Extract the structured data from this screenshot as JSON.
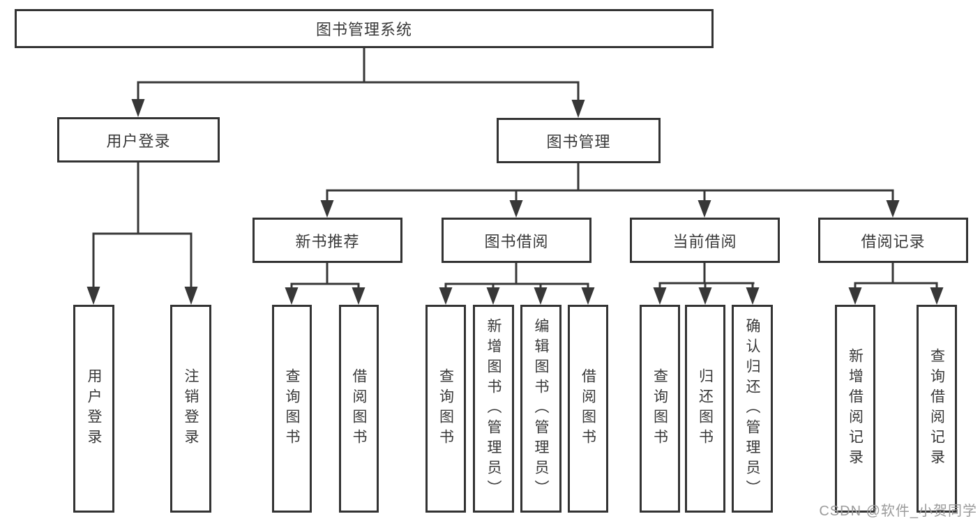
{
  "diagram": {
    "tree": {
      "label": "图书管理系统",
      "children": [
        {
          "label": "用户登录",
          "children": [
            {
              "label": "用户登录"
            },
            {
              "label": "注销登录"
            }
          ]
        },
        {
          "label": "图书管理",
          "children": [
            {
              "label": "新书推荐",
              "children": [
                {
                  "label": "查询图书"
                },
                {
                  "label": "借阅图书"
                }
              ]
            },
            {
              "label": "图书借阅",
              "children": [
                {
                  "label": "查询图书"
                },
                {
                  "label": "新增图书（管理员）"
                },
                {
                  "label": "编辑图书（管理员）"
                },
                {
                  "label": "借阅图书"
                }
              ]
            },
            {
              "label": "当前借阅",
              "children": [
                {
                  "label": "查询图书"
                },
                {
                  "label": "归还图书"
                },
                {
                  "label": "确认归还（管理员）"
                }
              ]
            },
            {
              "label": "借阅记录",
              "children": [
                {
                  "label": "新增借阅记录"
                },
                {
                  "label": "查询借阅记录"
                }
              ]
            }
          ]
        }
      ]
    },
    "line_color": "#373737",
    "box_border_color": "#333333",
    "text_color": "#383838"
  },
  "watermark": {
    "text": "CSDN @软件_小贺同学",
    "color": "#9b9b9b"
  }
}
